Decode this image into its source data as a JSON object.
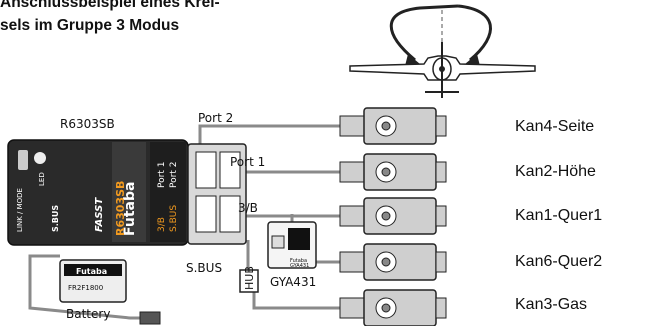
{
  "title": {
    "line1": "Anschlussbeispiel eines Krei-",
    "line2": "sels im Gruppe 3 Modus"
  },
  "receiver": {
    "model_label": "R6303SB",
    "brand": "Futaba",
    "name": "R6303SB",
    "port_labels": [
      "Port 1",
      "Port 2",
      "3/B",
      "S.BUS"
    ],
    "led_label": "LED",
    "link_label": "LINK / MODE",
    "fasst": "FASST",
    "sbus_logo": "S.BUS"
  },
  "wire_labels": {
    "port2": "Port 2",
    "port1": "Port 1",
    "port3b": "3/B",
    "sbus": "S.BUS",
    "hub": "HUB",
    "gyro": "GYA431",
    "battery": "Battery"
  },
  "battery": {
    "brand": "Futaba",
    "model": "FR2F1800"
  },
  "gyro": {
    "brand": "Futaba",
    "model": "GYA431"
  },
  "channels": [
    "Kan4-Seite",
    "Kan2-Höhe",
    "Kan1-Quer1",
    "Kan6-Quer2",
    "Kan3-Gas"
  ],
  "colors": {
    "wire": "#8a8a8a",
    "servo_body": "#cfcfcf",
    "receiver_body": "#2a2a2a",
    "accent_orange": "#f29a1f",
    "text": "#111111"
  }
}
